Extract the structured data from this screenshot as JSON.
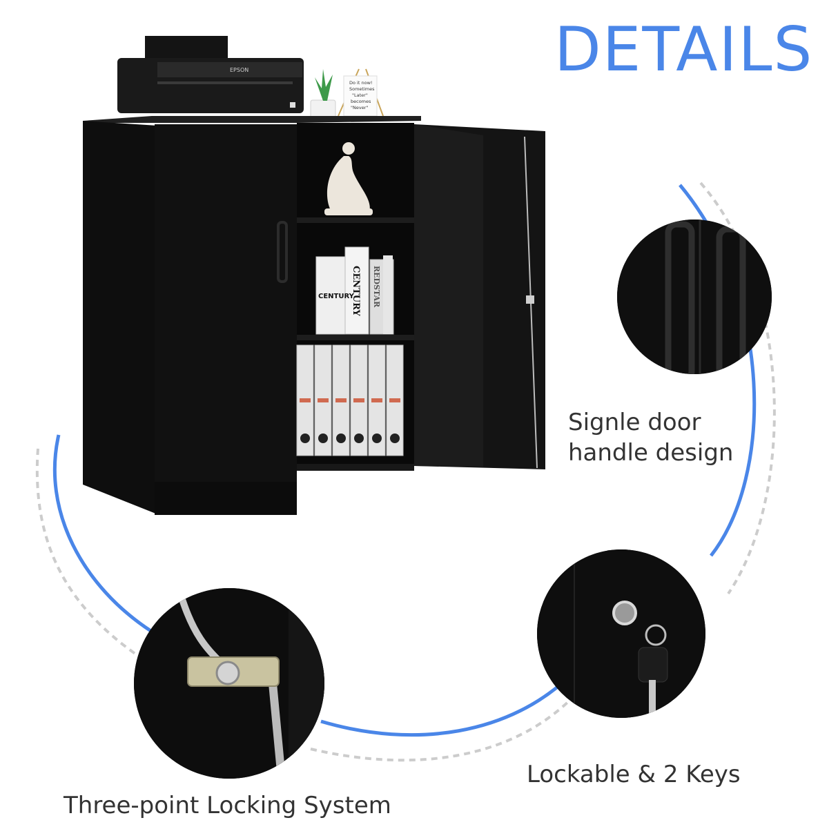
{
  "heading": "DETAILS",
  "captions": {
    "handle": [
      "Signle door",
      "handle design"
    ],
    "keys": "Lockable & 2 Keys",
    "lock": "Three-point Locking System"
  },
  "product": {
    "printer_brand": "EPSON",
    "note_card": [
      "Do it now!",
      "Sometimes",
      "\"Later\"",
      "becomes",
      "\"Never\""
    ],
    "book_titles": [
      "CENTURY",
      "CENTURY",
      "REDSTAR"
    ],
    "binder_count": 6
  },
  "colors": {
    "accent": "#4a86e8",
    "dashed": "#cccccc",
    "cabinet": "#101010"
  }
}
